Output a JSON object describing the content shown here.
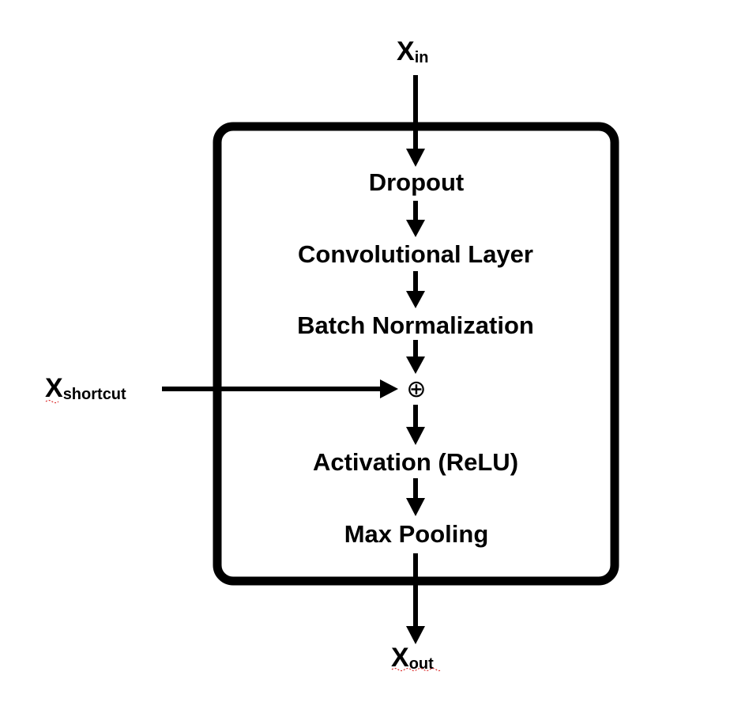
{
  "colors": {
    "stroke": "#000000",
    "background": "#ffffff",
    "spellcheck_underline": "#dd3333"
  },
  "inputs": {
    "x_in": {
      "main": "X",
      "sub": "in"
    },
    "x_shortcut": {
      "main": "X",
      "sub": "shortcut"
    }
  },
  "output": {
    "x_out": {
      "main": "X",
      "sub": "out"
    }
  },
  "block": {
    "steps": [
      {
        "id": "dropout",
        "label": "Dropout"
      },
      {
        "id": "conv",
        "label": "Convolutional Layer"
      },
      {
        "id": "batchnorm",
        "label": "Batch Normalization"
      },
      {
        "id": "add",
        "label": "⊕"
      },
      {
        "id": "relu",
        "label": "Activation (ReLU)"
      },
      {
        "id": "maxpool",
        "label": "Max Pooling"
      }
    ]
  }
}
